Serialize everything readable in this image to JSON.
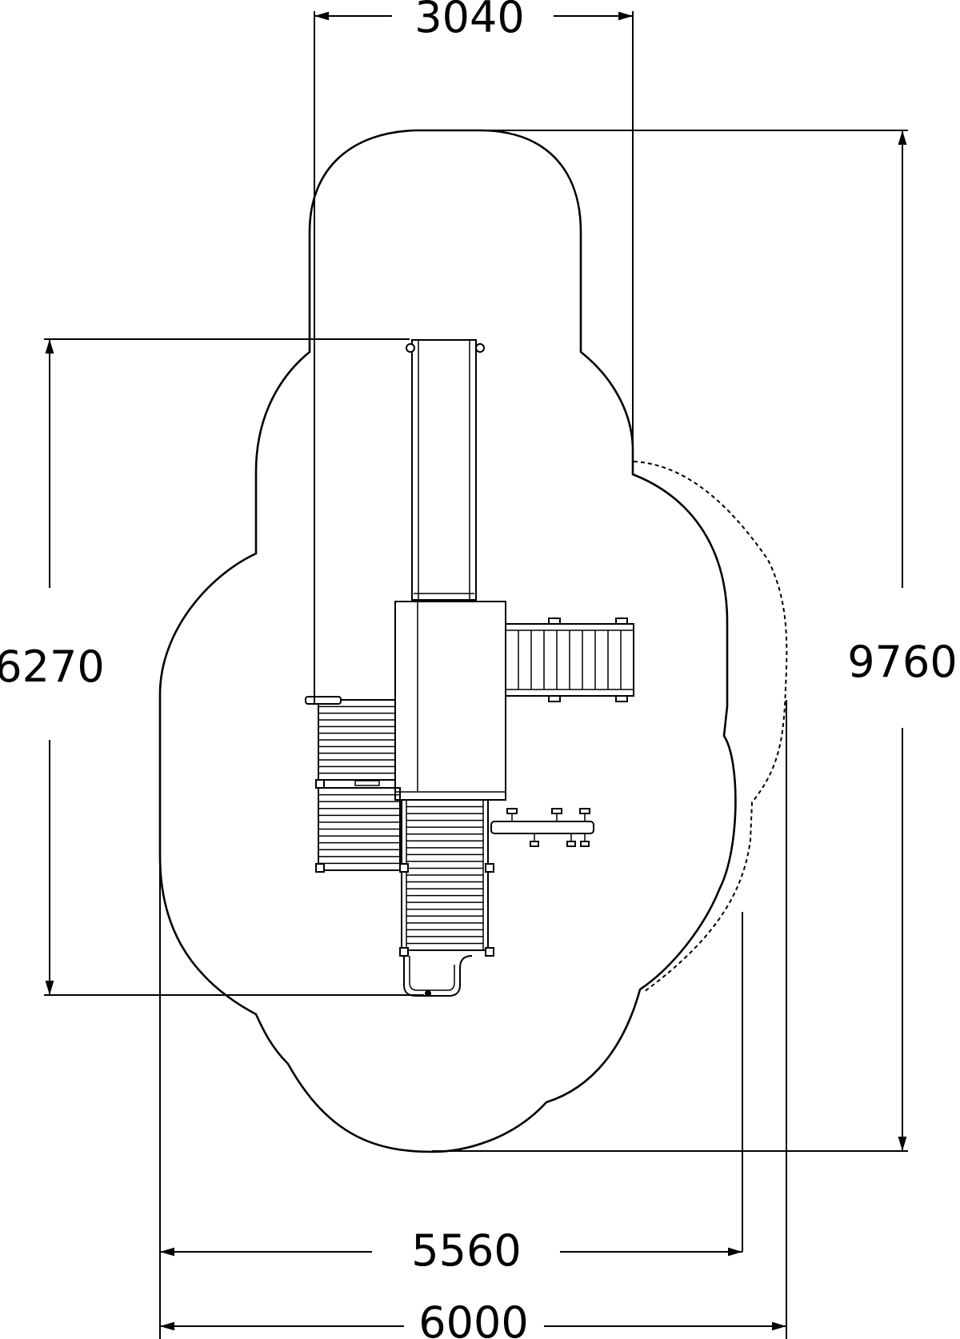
{
  "dimensions": {
    "top_width": "3040",
    "left_height": "6270",
    "right_height": "9760",
    "bottom_inner_width": "5560",
    "bottom_outer_width": "6000"
  },
  "colors": {
    "line": "#000000",
    "background": "#ffffff"
  }
}
